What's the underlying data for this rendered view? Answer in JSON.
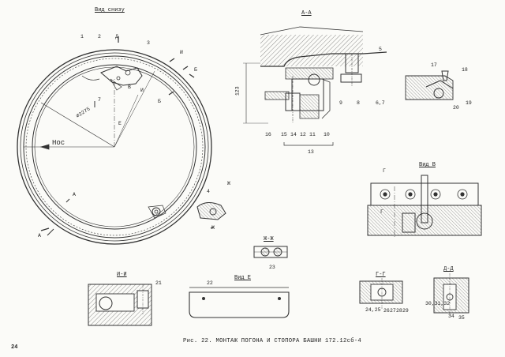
{
  "page_number": "24",
  "caption": "Рис. 22. МОНТАЖ ПОГОНА И СТОПОРА БАШНИ 172.12сб-4",
  "views": {
    "bottom": "Вид снизу",
    "section_aa": "А-А",
    "view_v": "Вид В",
    "section_zhzh": "Ж-Ж",
    "section_ii": "И-И",
    "view_e": "Вид Е",
    "section_gg": "Г-Г",
    "section_dd": "Д-Д"
  },
  "labels": {
    "nos": "Нос",
    "diameter": "⌀2275",
    "dim_123": "123",
    "l1": "1",
    "l2": "2",
    "l3": "3",
    "l4": "4",
    "l5": "5",
    "l67": "6,7",
    "l8": "8",
    "l9": "9",
    "l10": "10",
    "l11": "11",
    "l12": "12",
    "l13": "13",
    "l14": "14",
    "l15": "15",
    "l16": "16",
    "l17": "17",
    "l18": "18",
    "l19": "19",
    "l20": "20",
    "l21": "21",
    "l22": "22",
    "l23": "23",
    "l2425": "24,25",
    "l26": "26",
    "l27": "27",
    "l28": "28",
    "l29": "29",
    "l30": "30,31,32",
    "l34": "34",
    "l35": "35",
    "m7": "7",
    "sD": "Д",
    "sI": "И",
    "sB": "Б",
    "sV": "В",
    "sE": "Е",
    "sA": "А",
    "sZh": "Ж",
    "sG": "Г"
  }
}
